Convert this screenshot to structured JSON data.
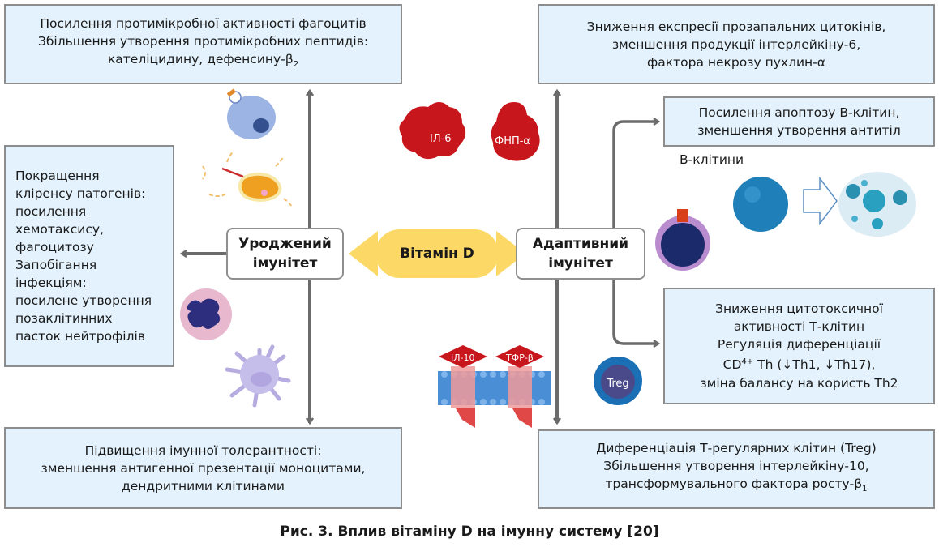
{
  "caption": "Рис. 3. Вплив вітаміну D на імунну систему [20]",
  "center": {
    "vitamin": "Вітамін D",
    "innate": [
      "Уроджений",
      "імунітет"
    ],
    "adaptive": [
      "Адаптивний",
      "імунітет"
    ]
  },
  "innate_boxes": {
    "top": [
      "Посилення протимікробної активності фагоцитів",
      "Збільшення утворення протимікробних пептидів:",
      "кателіцидину, дефенсину-β",
      "2"
    ],
    "left": [
      "Покращення",
      "кліренсу патогенів:",
      "посилення",
      "хемотаксису,",
      "фагоцитозу",
      "Запобігання",
      "інфекціям:",
      "посилене утворення",
      "позаклітинних",
      "пасток нейтрофілів"
    ],
    "bottom": [
      "Підвищення імунної толерантності:",
      "зменшення антигенної презентації моноцитами,",
      "дендритними клітинами"
    ]
  },
  "adaptive_boxes": {
    "top": [
      "Зниження експресії прозапальних цитокінів,",
      "зменшення продукції інтерлейкіну-6,",
      "фактора некрозу пухлин-α"
    ],
    "b_cells": [
      "Посилення апоптозу В-клітин,",
      "зменшення утворення антитіл"
    ],
    "t_cells": [
      "Зниження цитотоксичної",
      "активності Т-клітин",
      "Регуляція диференціації",
      "CD",
      "4+",
      " Th (↓Th1, ↓Th17),",
      "зміна балансу на користь Th2"
    ],
    "bottom": [
      "Диференціація Т-регулярних клітин (Treg)",
      "Збільшення утворення інтерлейкіну-10,",
      "трансформувального фактора росту-β",
      "1"
    ]
  },
  "illustrations": {
    "b_cells_label": "В-клітини",
    "cytokines": [
      "ІЛ-6",
      "ФНП-α"
    ],
    "receptors": [
      "ІЛ-10",
      "ТФР-β"
    ],
    "treg": "Treg"
  },
  "colors": {
    "box_fill": "#e3f2fc",
    "box_border": "#8d8d8d",
    "arrow": "#6b6b6b",
    "vitamin": "#fcd967",
    "cytokine_red": "#c8161d",
    "b_cell_blue": "#1f7fb8",
    "treg_blue": "#1b6fb5"
  }
}
